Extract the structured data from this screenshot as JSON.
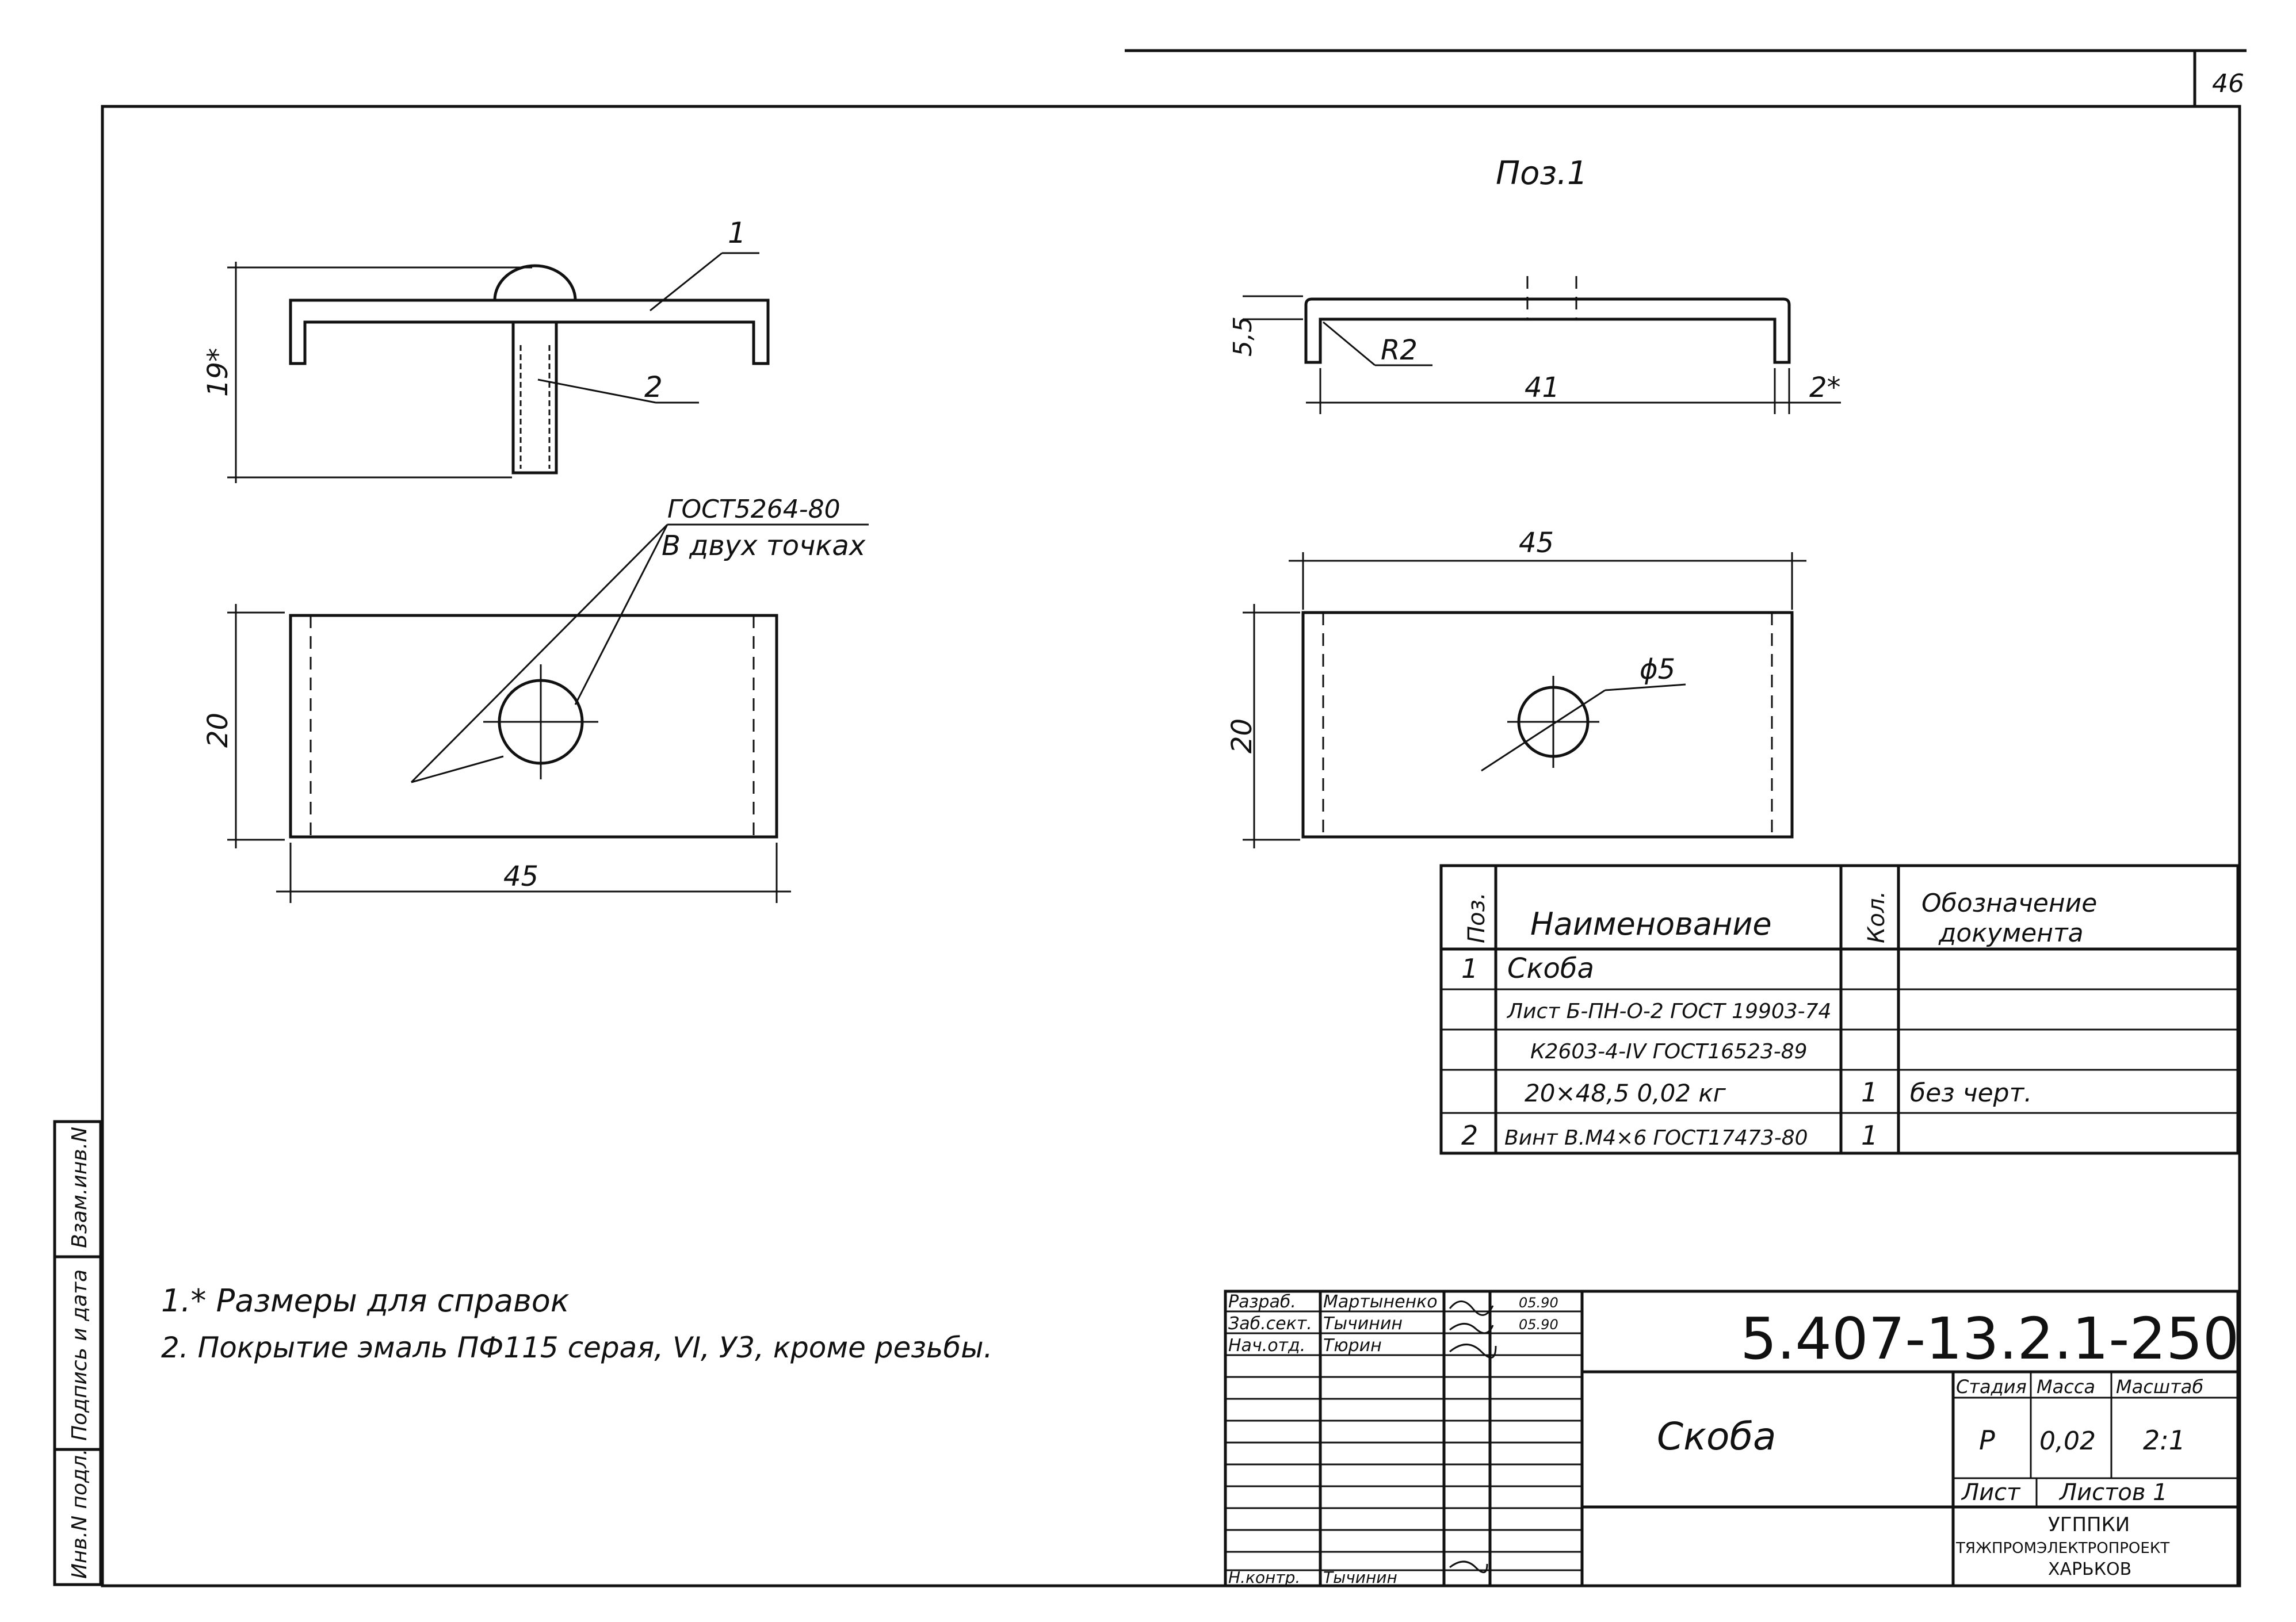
{
  "sheet_number": "46",
  "pos_title": "Поз.1",
  "left_view": {
    "leader_1": "1",
    "leader_2": "2",
    "dim_height": "19*",
    "dim_width": "20",
    "dim_length": "45",
    "weld_std": "ГОСТ5264-80",
    "weld_note": "В двух точках"
  },
  "right_view": {
    "dim_55": "5,5",
    "dim_r2": "R2",
    "dim_41": "41",
    "dim_2": "2*",
    "dim_45": "45",
    "dim_20": "20",
    "dim_hole": "ϕ5"
  },
  "spec_table": {
    "headers": [
      "Поз.",
      "Наименование",
      "Кол.",
      "Обозначение документа"
    ],
    "rows": [
      {
        "pos": "1",
        "name": "Скоба",
        "qty": "",
        "doc": ""
      },
      {
        "pos": "",
        "name": "Лист Б-ПН-О-2 ГОСТ 19903-74",
        "qty": "",
        "doc": ""
      },
      {
        "pos": "",
        "name": "К2603-4-IV ГОСТ16523-89",
        "qty": "",
        "doc": ""
      },
      {
        "pos": "",
        "name": "20×48,5  0,02 кг",
        "qty": "1",
        "doc": "без черт."
      },
      {
        "pos": "2",
        "name": "Винт В.М4×6 ГОСТ17473-80",
        "qty": "1",
        "doc": ""
      }
    ]
  },
  "notes": [
    "1.* Размеры для справок",
    "2. Покрытие эмаль ПФ115 серая, VI, У3, кроме резьбы."
  ],
  "side_stamps": [
    "Взам.инв.N",
    "Подпись и дата",
    "Инв.N подл."
  ],
  "title_block": {
    "doc_number": "5.407-13.2.1-250",
    "part_name": "Скоба",
    "roles": [
      {
        "role": "Разраб.",
        "name": "Мартыненко",
        "date": "05.90"
      },
      {
        "role": "Заб.сект.",
        "name": "Тычинин",
        "date": "05.90"
      },
      {
        "role": "Нач.отд.",
        "name": "Тюрин",
        "date": ""
      },
      {
        "role": "Н.контр.",
        "name": "Тычинин",
        "date": ""
      }
    ],
    "stage_label": "Стадия",
    "mass_label": "Масса",
    "scale_label": "Масштаб",
    "stage": "Р",
    "mass": "0,02",
    "scale": "2:1",
    "sheet_label": "Лист",
    "sheets_label": "Листов 1",
    "org_line1": "УГППКИ",
    "org_line2": "ТЯЖПРОМЭЛЕКТРОПРОЕКТ",
    "org_line3": "ХАРЬКОВ"
  }
}
